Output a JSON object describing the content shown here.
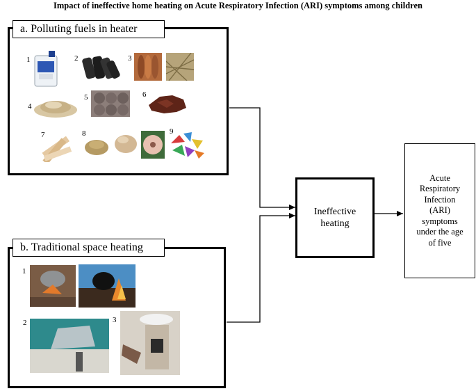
{
  "title": "Impact of ineffective home heating on Acute Respiratory Infection (ARI) symptoms among children",
  "panel_a": {
    "label": "a.   Polluting fuels in heater",
    "numbers": [
      "1",
      "2",
      "3",
      "4",
      "5",
      "6",
      "7",
      "8",
      "9"
    ]
  },
  "panel_b": {
    "label": "b. Traditional space heating",
    "numbers": [
      "1",
      "2",
      "3"
    ]
  },
  "middle": {
    "text": "Ineffective heating"
  },
  "outcome": {
    "text": "Acute Respiratory Infection (ARI) symptoms under the age of five"
  },
  "colors": {
    "stroke": "#000000",
    "background": "#ffffff"
  }
}
